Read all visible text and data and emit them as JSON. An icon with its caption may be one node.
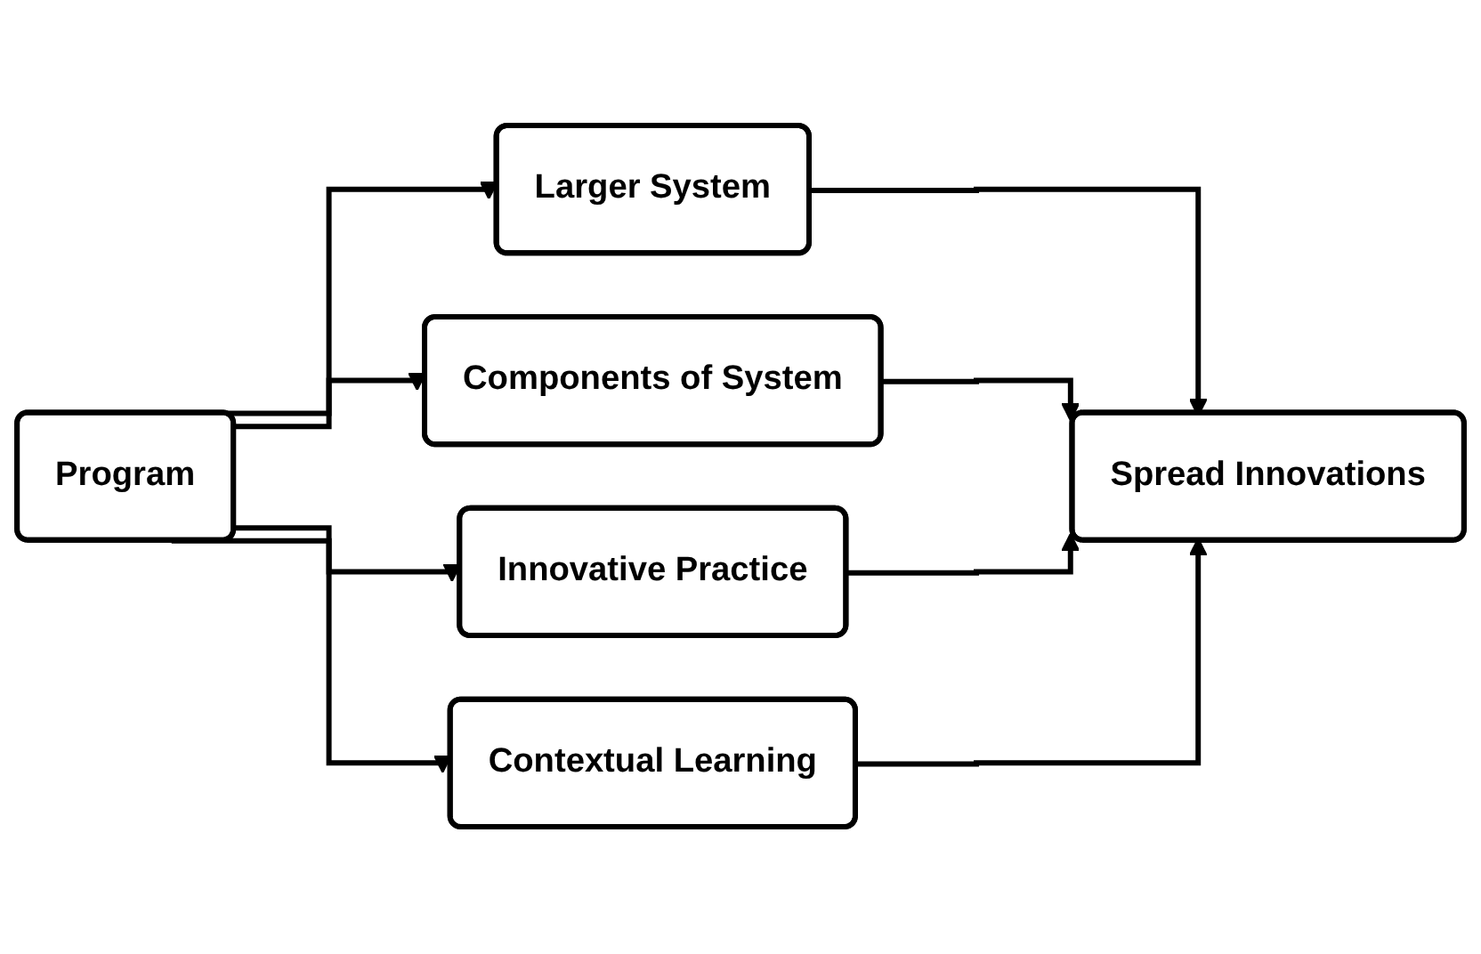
{
  "diagram": {
    "nodes": [
      {
        "text": [
          "Program"
        ]
      },
      {
        "text": [
          "Larger System"
        ]
      },
      {
        "text": [
          "Components of System"
        ]
      },
      {
        "text": [
          "Innovative Practice"
        ]
      },
      {
        "text": [
          "Contextual Learning"
        ]
      },
      {
        "text": [
          "Spread Innovations"
        ]
      }
    ],
    "edges": [
      {
        "from": 0,
        "to": 1,
        "arrow": "to"
      },
      {
        "from": 0,
        "to": 2,
        "arrow": "to"
      },
      {
        "from": 0,
        "to": 3,
        "arrow": "to"
      },
      {
        "from": 0,
        "to": 4,
        "arrow": "to"
      },
      {
        "from": 1,
        "to": 5,
        "arrow": "to"
      },
      {
        "from": 2,
        "to": 5,
        "arrow": "to"
      },
      {
        "from": 3,
        "to": 5,
        "arrow": "to"
      },
      {
        "from": 4,
        "to": 5,
        "arrow": "to"
      }
    ]
  }
}
